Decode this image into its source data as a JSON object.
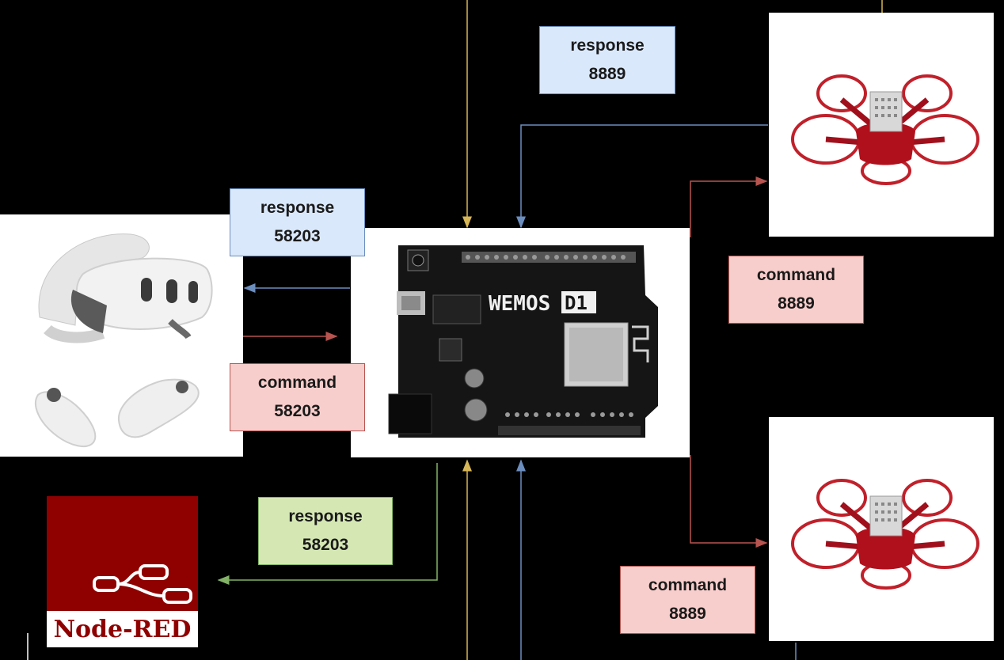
{
  "labels": {
    "response_top": {
      "title": "response",
      "port": "8889"
    },
    "response_left": {
      "title": "response",
      "port": "58203"
    },
    "command_left": {
      "title": "command",
      "port": "58203"
    },
    "command_drone1": {
      "title": "command",
      "port": "8889"
    },
    "response_nodered": {
      "title": "response",
      "port": "58203"
    },
    "command_drone2": {
      "title": "command",
      "port": "8889"
    }
  },
  "board": {
    "brand": "WEMOS",
    "model": "D1"
  },
  "nodered": {
    "brand": "Node-RED"
  },
  "colors": {
    "response_fill": "#dae8fc",
    "command_fill": "#f8cecc",
    "nodered_fill": "#d5e8b4",
    "wire_yellow": "#d6b656",
    "wire_blue": "#6c8ebf",
    "wire_red": "#b85450",
    "wire_green": "#82b366",
    "nodered_brand": "#8f0000"
  },
  "icons": [
    "vr-headset-icon",
    "vr-controller-icon",
    "wemos-d1-board-icon",
    "drone-icon",
    "node-red-logo"
  ]
}
